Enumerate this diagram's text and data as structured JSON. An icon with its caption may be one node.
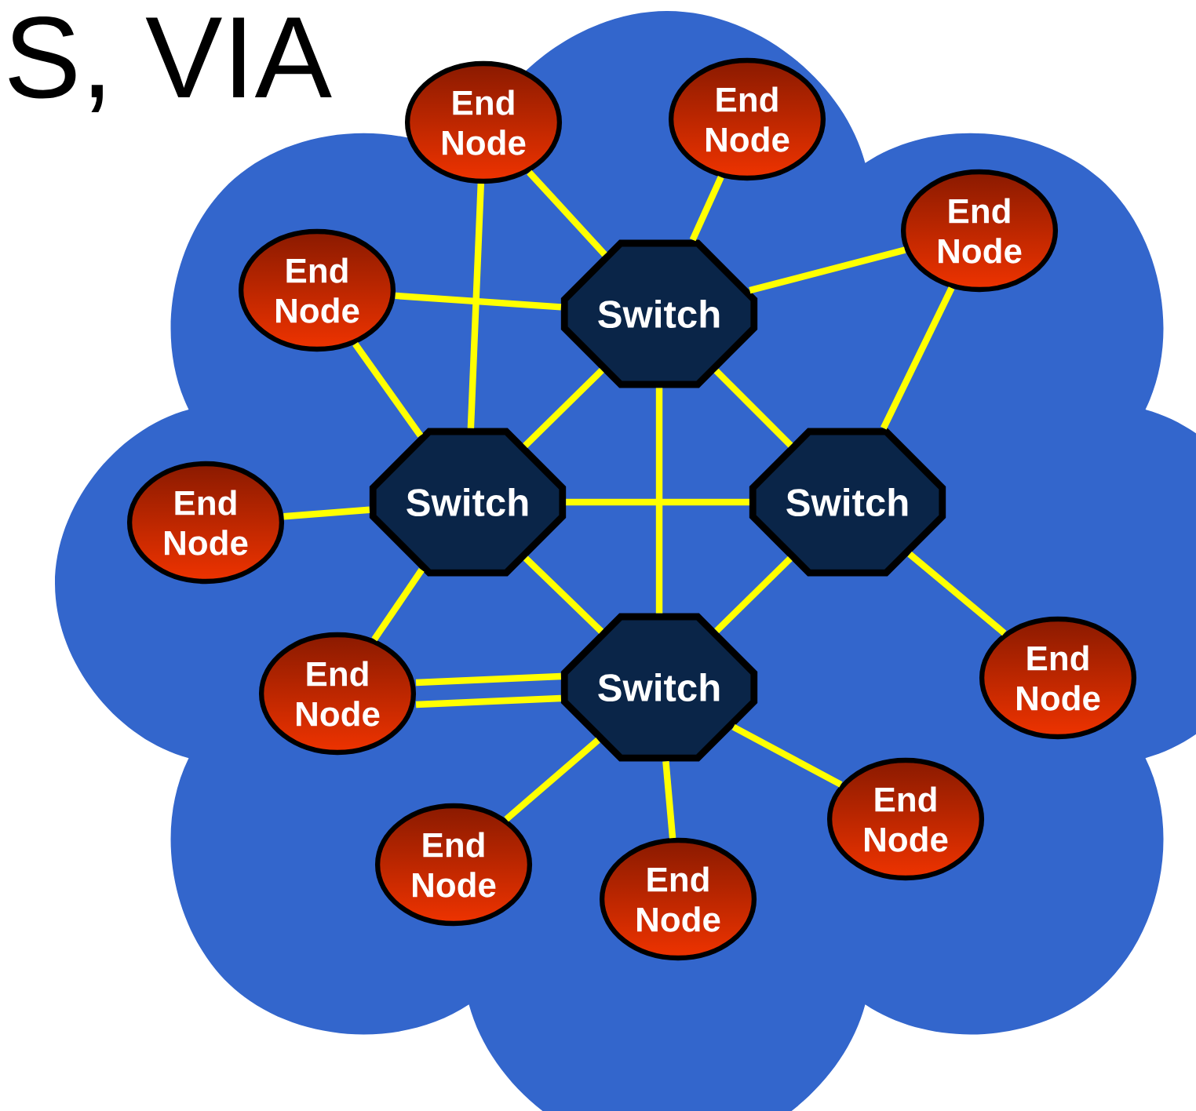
{
  "diagram": {
    "title": "S, VIA",
    "nodes": [
      {
        "text": [],
        "shape": "cloud"
      },
      {
        "text": [
          "End Node"
        ],
        "in": 0
      },
      {
        "text": [
          "End Node"
        ],
        "in": 0
      },
      {
        "text": [
          "End Node"
        ],
        "in": 0
      },
      {
        "text": [
          "End Node"
        ],
        "in": 0
      },
      {
        "text": [
          "Switch"
        ],
        "in": 0
      },
      {
        "text": [
          "Switch"
        ],
        "in": 0
      },
      {
        "text": [
          "Switch"
        ],
        "in": 0
      },
      {
        "text": [
          "End Node"
        ],
        "in": 0
      },
      {
        "text": [
          "End Node"
        ],
        "in": 0
      },
      {
        "text": [
          "Switch"
        ],
        "in": 0
      },
      {
        "text": [
          "End Node"
        ],
        "in": 0
      },
      {
        "text": [
          "End Node"
        ],
        "in": 0
      },
      {
        "text": [
          "End Node"
        ],
        "in": 0
      },
      {
        "text": [
          "End Node"
        ],
        "in": 0
      }
    ],
    "edges": [
      {
        "from": 1,
        "to": 5,
        "arrow": "none"
      },
      {
        "from": 1,
        "to": 6,
        "arrow": "none"
      },
      {
        "from": 2,
        "to": 5,
        "arrow": "none"
      },
      {
        "from": 3,
        "to": 5,
        "arrow": "none"
      },
      {
        "from": 3,
        "to": 7,
        "arrow": "none"
      },
      {
        "from": 4,
        "to": 5,
        "arrow": "none"
      },
      {
        "from": 4,
        "to": 6,
        "arrow": "none"
      },
      {
        "from": 5,
        "to": 6,
        "arrow": "none"
      },
      {
        "from": 5,
        "to": 7,
        "arrow": "none"
      },
      {
        "from": 5,
        "to": 10,
        "arrow": "none"
      },
      {
        "from": 6,
        "to": 7,
        "arrow": "none"
      },
      {
        "from": 8,
        "to": 6,
        "arrow": "none"
      },
      {
        "from": 6,
        "to": 11,
        "arrow": "none"
      },
      {
        "from": 6,
        "to": 10,
        "arrow": "none"
      },
      {
        "from": 7,
        "to": 10,
        "arrow": "none"
      },
      {
        "from": 7,
        "to": 9,
        "arrow": "none"
      },
      {
        "from": 11,
        "to": 10,
        "arrow": "none"
      },
      {
        "from": 11,
        "to": 10,
        "arrow": "none"
      },
      {
        "from": 10,
        "to": 12,
        "arrow": "none"
      },
      {
        "from": 10,
        "to": 13,
        "arrow": "none"
      },
      {
        "from": 10,
        "to": 14,
        "arrow": "none"
      }
    ]
  }
}
